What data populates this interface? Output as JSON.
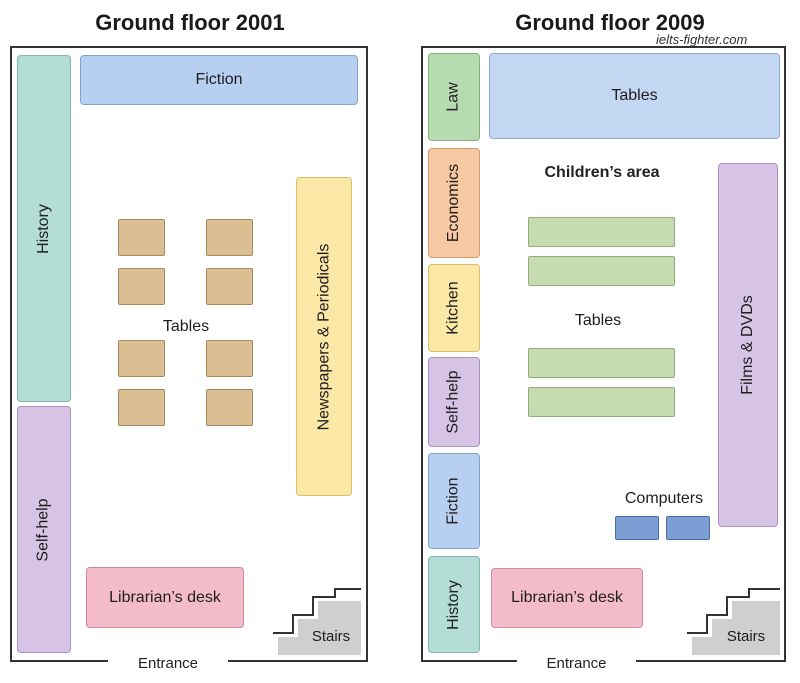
{
  "watermark": "ielts-fighter.com",
  "colors": {
    "green": "#b7dbb0",
    "teal": "#b3ddd5",
    "purple": "#d6c3e6",
    "blue": "#b7cff0",
    "lightblue": "#c3d7f2",
    "yellow": "#fbe7a6",
    "orange": "#f7c9a3",
    "pink": "#f4bccb",
    "table_brown": "#dbbf92",
    "table_green": "#c6dcb0",
    "computer": "#7b9fd3",
    "stairs": "#cfcfcf"
  },
  "plan_2001": {
    "title": "Ground floor 2001",
    "history": "History",
    "self_help": "Self-help",
    "fiction": "Fiction",
    "tables": "Tables",
    "newspapers": "Newspapers & Periodicals",
    "librarian_desk": "Librarian’s desk",
    "stairs": "Stairs",
    "entrance": "Entrance"
  },
  "plan_2009": {
    "title": "Ground floor 2009",
    "law": "Law",
    "economics": "Economics",
    "kitchen": "Kitchen",
    "self_help": "Self-help",
    "fiction": "Fiction",
    "history": "History",
    "tables_top": "Tables",
    "childrens_area": "Children’s area",
    "tables": "Tables",
    "films_dvds": "Films & DVDs",
    "computers": "Computers",
    "librarian_desk": "Librarian’s desk",
    "stairs": "Stairs",
    "entrance": "Entrance"
  }
}
